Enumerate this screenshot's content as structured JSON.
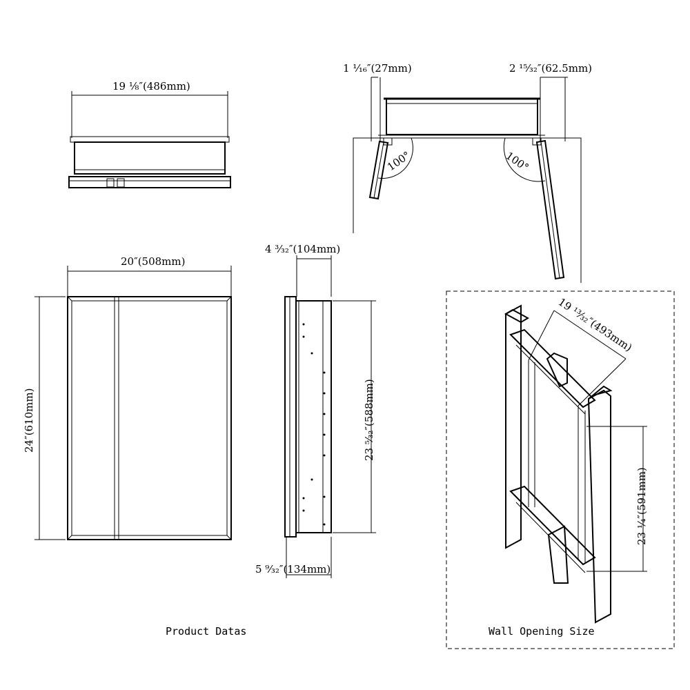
{
  "top_view": {
    "width_label": "19 ⅛″(486mm)"
  },
  "hinge_view": {
    "left_offset_label": "1 ¹⁄₁₆″(27mm)",
    "right_offset_label": "2 ¹⁵⁄₃₂″(62.5mm)",
    "left_angle": "100°",
    "right_angle": "100°"
  },
  "front_view": {
    "width_label": "20″(508mm)",
    "height_label": "24″(610mm)"
  },
  "side_view": {
    "depth_label": "4 ³⁄₃₂″(104mm)",
    "height_label": "23 ⁵⁄₃₂″(588mm)",
    "total_depth_label": "5 ⁹⁄₃₂″(134mm)"
  },
  "product_caption": "Product Datas",
  "wall_opening": {
    "width_label": "19 ¹³⁄₃₂″(493mm)",
    "height_label": "23 ¼″(591mm)",
    "caption": "Wall Opening Size"
  }
}
